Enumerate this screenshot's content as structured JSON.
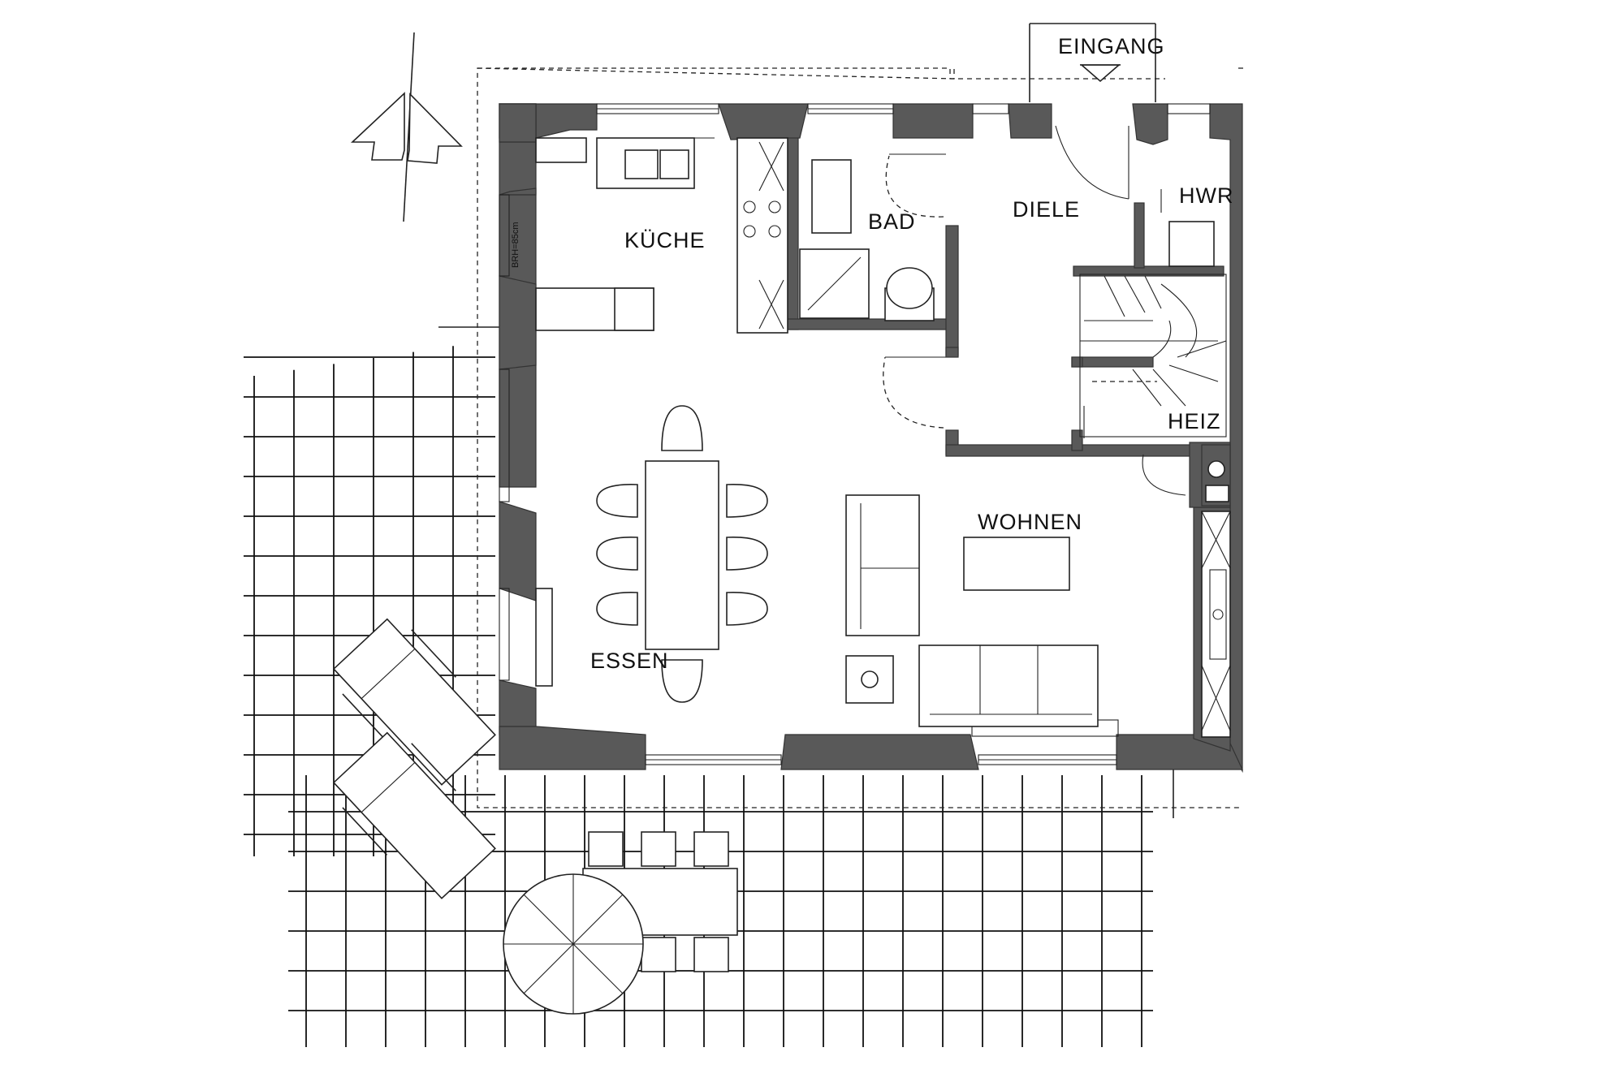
{
  "plan": {
    "rooms": {
      "entrance": "EINGANG",
      "kitchen": "KÜCHE",
      "bath": "BAD",
      "hall": "DIELE",
      "utility": "HWR",
      "heating": "HEIZ",
      "living": "WOHNEN",
      "dining": "ESSEN"
    },
    "window_note": "BRH=85cm"
  },
  "colors": {
    "wall": "#595959",
    "line": "#222222",
    "background": "#ffffff"
  },
  "icons": [
    "north-arrow-icon",
    "entrance-arrow-icon",
    "stove-icon",
    "sink-icon",
    "toilet-icon",
    "shower-icon",
    "dining-table-icon",
    "sofa-icon",
    "sun-lounger-icon",
    "parasol-icon"
  ]
}
